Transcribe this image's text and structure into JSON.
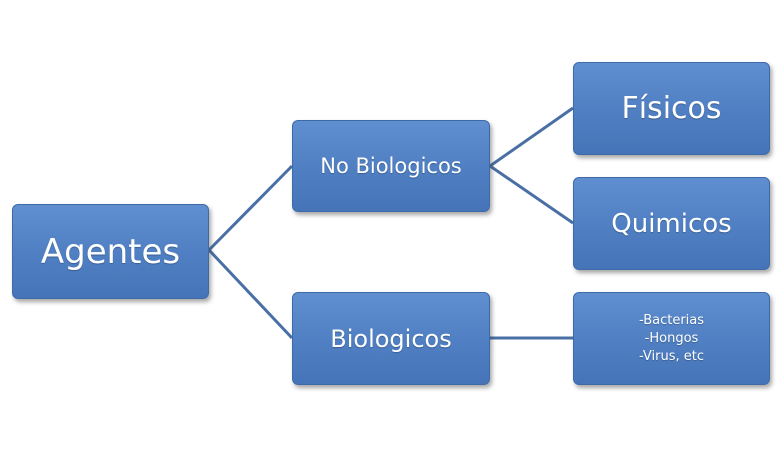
{
  "diagram": {
    "root": "Agentes",
    "no_biologicos": "No Biologicos",
    "biologicos": "Biologicos",
    "fisicos": "Físicos",
    "quimicos": "Quimicos",
    "examples": [
      "-Bacterias",
      "-Hongos",
      "-Virus, etc"
    ]
  },
  "colors": {
    "box_fill": "#4f81c4",
    "box_border": "#3f6aa8",
    "connector": "#4a6fa5",
    "text": "#ffffff"
  }
}
